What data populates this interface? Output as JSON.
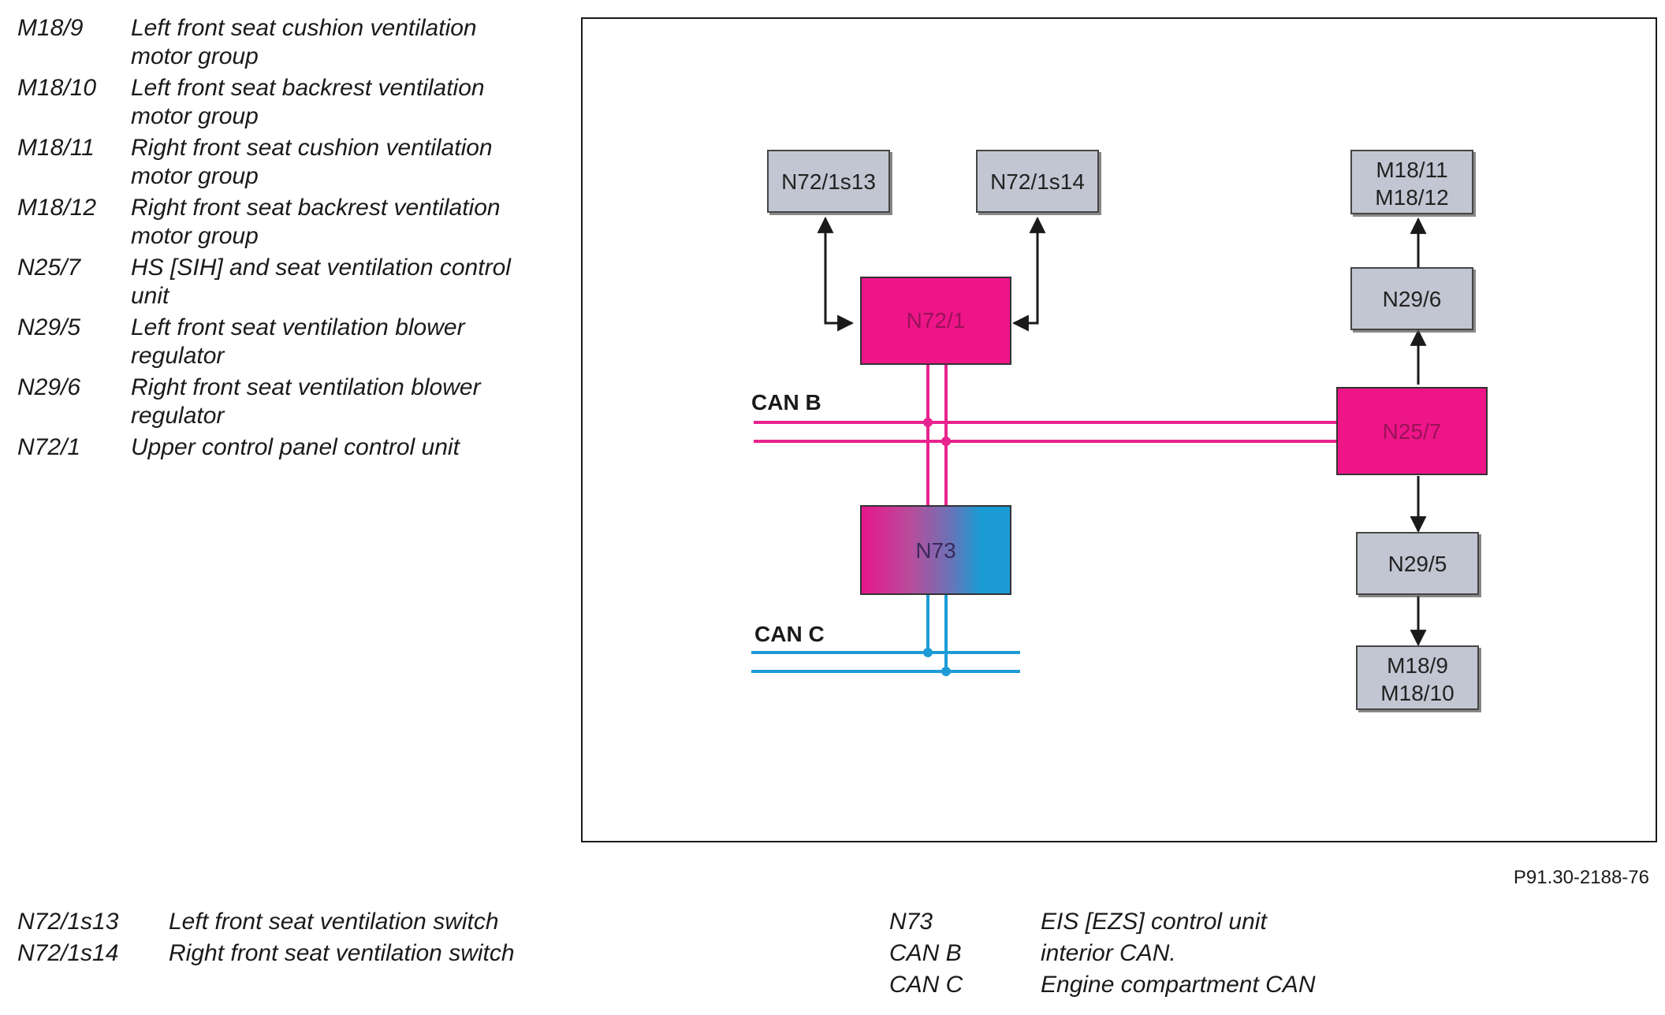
{
  "legend_top": [
    {
      "code": "M18/9",
      "desc": "Left front seat cushion ventilation motor group"
    },
    {
      "code": "M18/10",
      "desc": "Left front seat backrest ventilation motor group"
    },
    {
      "code": "M18/11",
      "desc": "Right front seat cushion ventilation motor group"
    },
    {
      "code": "M18/12",
      "desc": "Right front seat backrest ventilation motor group"
    },
    {
      "code": "N25/7",
      "desc": "HS [SIH] and seat ventilation control unit"
    },
    {
      "code": "N29/5",
      "desc": "Left front seat ventilation blower regulator"
    },
    {
      "code": "N29/6",
      "desc": "Right front seat ventilation blower regulator"
    },
    {
      "code": "N72/1",
      "desc": "Upper control panel control unit"
    }
  ],
  "diagram": {
    "boxes": {
      "n72_1s13": "N72/1s13",
      "n72_1s14": "N72/1s14",
      "m18_11": "M18/11",
      "m18_12": "M18/12",
      "n29_6": "N29/6",
      "n72_1": "N72/1",
      "n25_7": "N25/7",
      "n73": "N73",
      "n29_5": "N29/5",
      "m18_9": "M18/9",
      "m18_10": "M18/10"
    },
    "can_b_label": "CAN B",
    "can_c_label": "CAN C",
    "colors": {
      "grey_box": "#c2c6d2",
      "magenta": "#ee1589",
      "cyan": "#1a9bd3",
      "can_b_line": "#e8238e",
      "can_c_line": "#1e9bd6",
      "arrow": "#1a1a1a"
    }
  },
  "figure_ref": "P91.30-2188-76",
  "legend_bottom_left": [
    {
      "code": "N72/1s13",
      "desc": "Left front seat ventilation switch"
    },
    {
      "code": "N72/1s14",
      "desc": "Right front seat ventilation switch"
    }
  ],
  "legend_bottom_right": [
    {
      "code": "N73",
      "desc": "EIS [EZS] control unit"
    },
    {
      "code": "CAN B",
      "desc": "interior CAN."
    },
    {
      "code": "CAN C",
      "desc": "Engine compartment CAN"
    }
  ]
}
